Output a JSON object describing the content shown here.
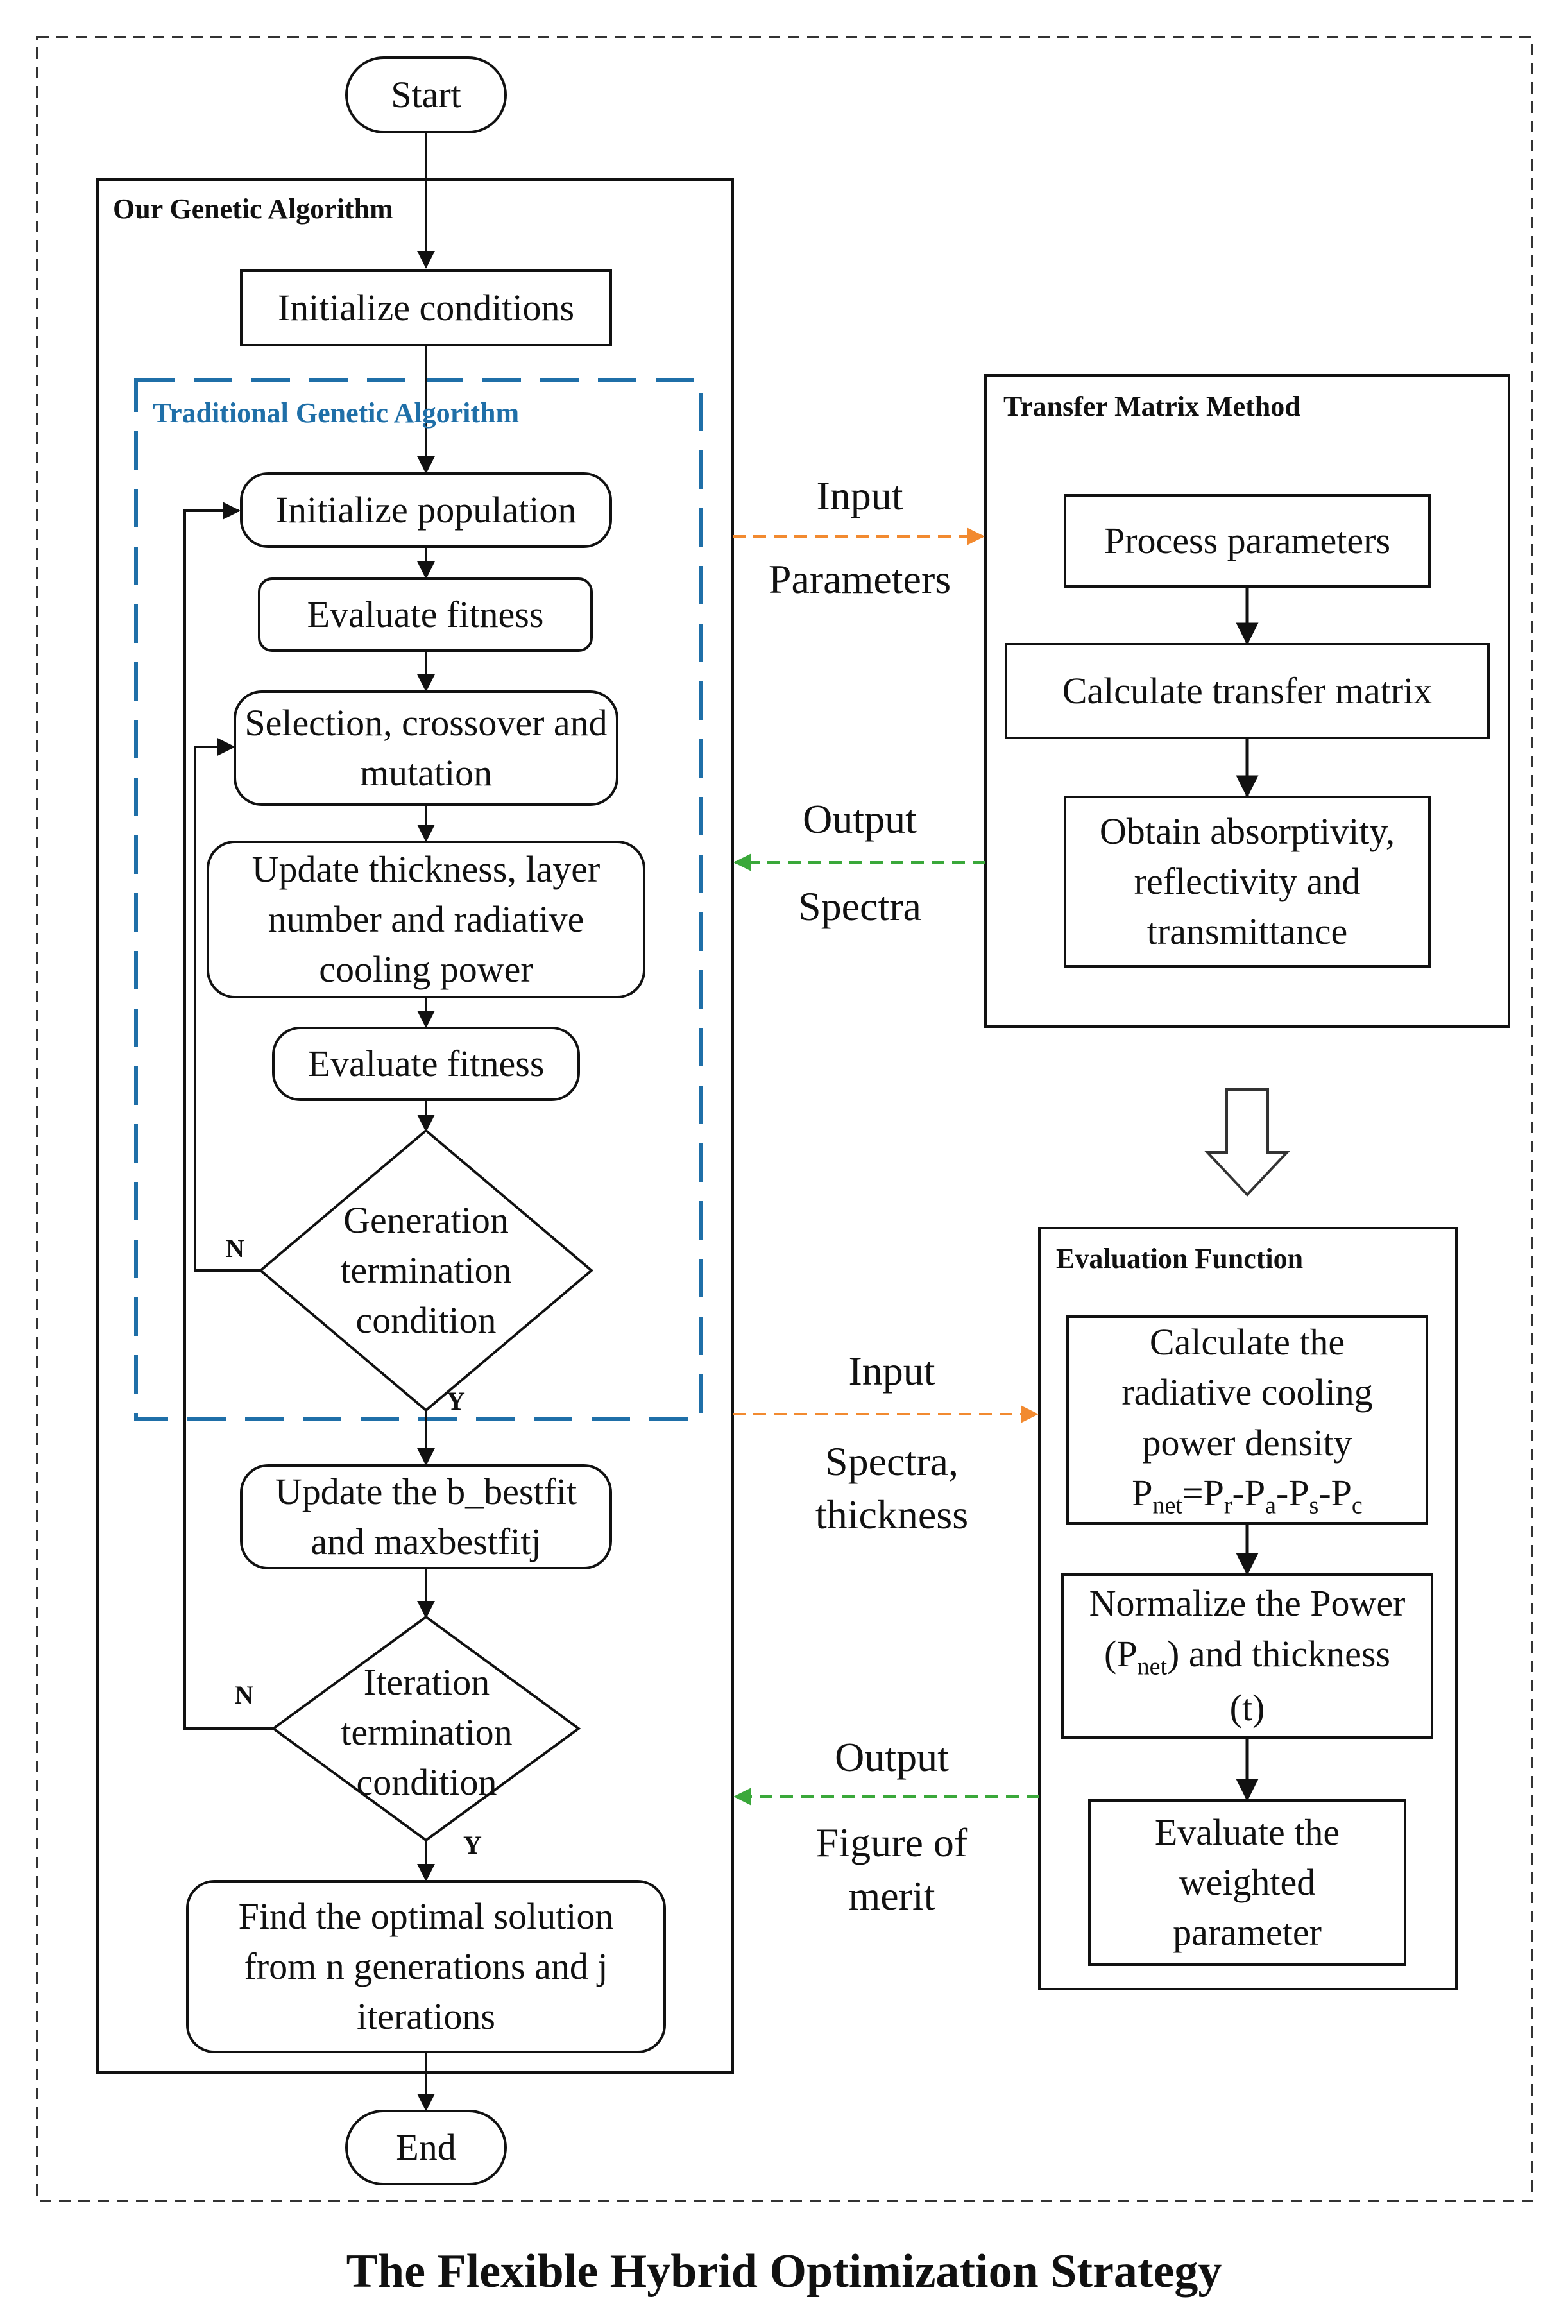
{
  "figure": {
    "title": "The Flexible Hybrid Optimization Strategy",
    "start": "Start",
    "end": "End"
  },
  "our_ga": {
    "label": "Our Genetic Algorithm",
    "init_conditions": "Initialize conditions",
    "update_best": "Update the b_bestfit and maxbestfitj",
    "iteration_decision": "Iteration termination condition",
    "find_optimal": "Find the optimal solution from n generations and j iterations",
    "no_label": "N",
    "yes_label": "Y"
  },
  "traditional_ga": {
    "label": "Traditional Genetic Algorithm",
    "init_population": "Initialize population",
    "evaluate_fitness_1": "Evaluate fitness",
    "selection": "Selection, crossover and mutation",
    "update": "Update thickness, layer number and radiative cooling power",
    "evaluate_fitness_2": "Evaluate fitness",
    "generation_decision": "Generation termination condition",
    "no_label": "N",
    "yes_label": "Y"
  },
  "transfer_matrix": {
    "label": "Transfer Matrix Method",
    "process": "Process parameters",
    "calculate": "Calculate transfer matrix",
    "obtain": "Obtain absorptivity, reflectivity and transmittance"
  },
  "evaluation_function": {
    "label": "Evaluation Function",
    "calc_line1": "Calculate the radiative cooling power density",
    "calc_formula": {
      "p": "P",
      "net": "net",
      "eq": "=P",
      "r": "r",
      "m1": "-P",
      "a": "a",
      "m2": "-P",
      "s": "s",
      "m3": "-P",
      "c": "c"
    },
    "normalize_a": "Normalize the Power (P",
    "normalize_sub": "net",
    "normalize_b": ") and thickness (t)",
    "evaluate": "Evaluate the weighted parameter"
  },
  "connectors": {
    "input_1_top": "Input",
    "input_1_bottom": "Parameters",
    "output_1_top": "Output",
    "output_1_bottom": "Spectra",
    "input_2_top": "Input",
    "input_2_bottom": "Spectra, thickness",
    "output_2_top": "Output",
    "output_2_bottom": "Figure of merit"
  },
  "colors": {
    "traditional_border": "#1f6fa8",
    "traditional_label": "#1f6fa8",
    "input_arrow": "#f28a30",
    "output_arrow": "#3aa83a",
    "line": "#111111"
  }
}
